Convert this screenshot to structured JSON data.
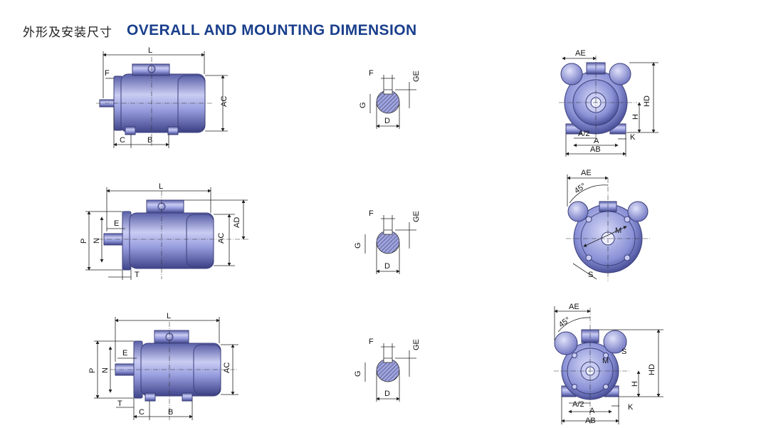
{
  "header": {
    "title_cn": "外形及安装尺寸",
    "title_en": "OVERALL AND MOUNTING DIMENSION"
  },
  "labels": {
    "L": "L",
    "F": "F",
    "AC": "AC",
    "C": "C",
    "B": "B",
    "GE": "GE",
    "G": "G",
    "D": "D",
    "AE": "AE",
    "H": "H",
    "HD": "HD",
    "A2": "A/2",
    "A": "A",
    "K": "K",
    "AB": "AB",
    "AD": "AD",
    "P": "P",
    "N": "N",
    "E": "E",
    "T": "T",
    "M": "M",
    "S": "S",
    "deg45": "45°"
  },
  "colors": {
    "title_blue": "#1a3f8c",
    "motor_body": "#8a91d6",
    "motor_dark": "#4b5199",
    "motor_light": "#c9ccf2"
  }
}
